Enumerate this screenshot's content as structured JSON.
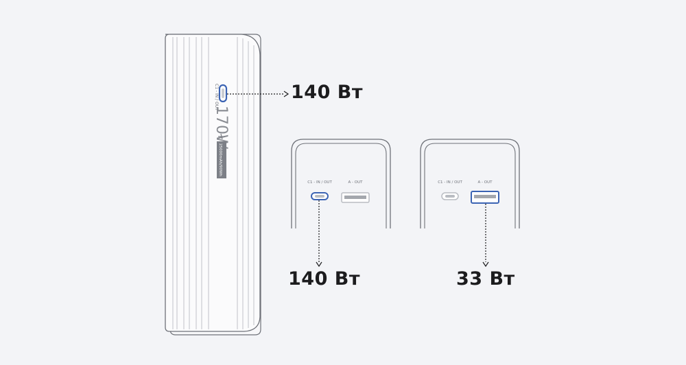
{
  "device": {
    "port_label": "C1 - IN / OUT",
    "wattage": "170W",
    "capacity_badge": "25000mAh/90Wh"
  },
  "callouts": {
    "main_power": "140 Вт",
    "c1_power": "140 Вт",
    "a_power": "33 Вт"
  },
  "panels": {
    "left": {
      "c1_label": "C1 - IN / OUT",
      "a_label": "A - OUT",
      "highlighted": "c1"
    },
    "right": {
      "c1_label": "C1 - IN / OUT",
      "a_label": "A - OUT",
      "highlighted": "a"
    }
  },
  "colors": {
    "highlight": "#3b63b3",
    "outline": "#6e7178",
    "background": "#f3f4f7",
    "text": "#1c1c1e"
  }
}
